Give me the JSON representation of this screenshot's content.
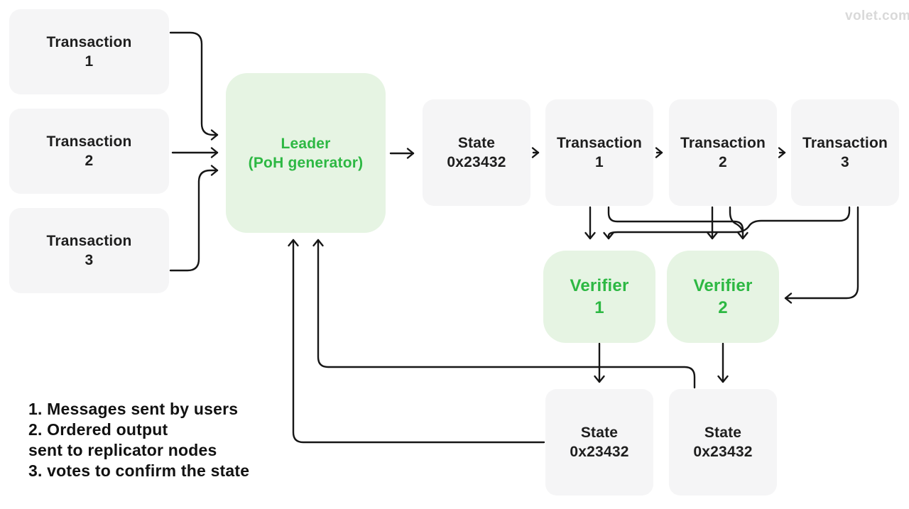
{
  "watermark": "volet.com",
  "colors": {
    "accent_green_text": "#2db843",
    "green_box_bg": "#e6f4e3",
    "gray_box_bg": "#f5f5f6",
    "wire": "#161616",
    "watermark_gray": "#d9d9d9"
  },
  "input_transactions": [
    {
      "line1": "Transaction",
      "line2": "1"
    },
    {
      "line1": "Transaction",
      "line2": "2"
    },
    {
      "line1": "Transaction",
      "line2": "3"
    }
  ],
  "leader": {
    "line1": "Leader",
    "line2": "(PoH generator)"
  },
  "sequence": [
    {
      "line1": "State",
      "line2": "0x23432"
    },
    {
      "line1": "Transaction",
      "line2": "1"
    },
    {
      "line1": "Transaction",
      "line2": "2"
    },
    {
      "line1": "Transaction",
      "line2": "3"
    }
  ],
  "verifiers": [
    {
      "line1": "Verifier",
      "line2": "1"
    },
    {
      "line1": "Verifier",
      "line2": "2"
    }
  ],
  "output_states": [
    {
      "line1": "State",
      "line2": "0x23432"
    },
    {
      "line1": "State",
      "line2": "0x23432"
    }
  ],
  "legend": {
    "line1": "1. Messages sent by users",
    "line2": "2. Ordered output",
    "line3": "sent to replicator nodes",
    "line4": "3. votes to confirm the state"
  }
}
